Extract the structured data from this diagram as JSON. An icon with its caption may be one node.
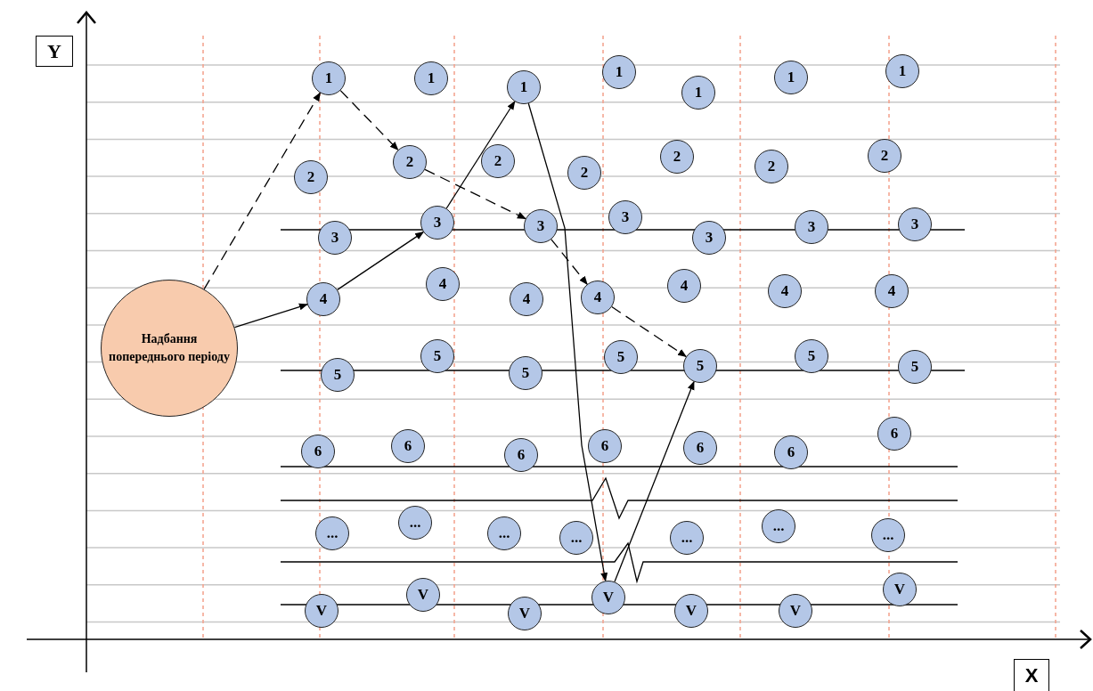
{
  "diagram": {
    "nodes": [
      {
        "text": [
          "Надбання попереднього періоду"
        ]
      },
      {
        "text": [
          "1"
        ]
      },
      {
        "text": [
          "1"
        ]
      },
      {
        "text": [
          "1"
        ]
      },
      {
        "text": [
          "1"
        ]
      },
      {
        "text": [
          "1"
        ]
      },
      {
        "text": [
          "1"
        ]
      },
      {
        "text": [
          "1"
        ]
      },
      {
        "text": [
          "2"
        ]
      },
      {
        "text": [
          "2"
        ]
      },
      {
        "text": [
          "2"
        ]
      },
      {
        "text": [
          "2"
        ]
      },
      {
        "text": [
          "2"
        ]
      },
      {
        "text": [
          "2"
        ]
      },
      {
        "text": [
          "2"
        ]
      },
      {
        "text": [
          "3"
        ]
      },
      {
        "text": [
          "3"
        ]
      },
      {
        "text": [
          "3"
        ]
      },
      {
        "text": [
          "3"
        ]
      },
      {
        "text": [
          "3"
        ]
      },
      {
        "text": [
          "3"
        ]
      },
      {
        "text": [
          "3"
        ]
      },
      {
        "text": [
          "4"
        ]
      },
      {
        "text": [
          "4"
        ]
      },
      {
        "text": [
          "4"
        ]
      },
      {
        "text": [
          "4"
        ]
      },
      {
        "text": [
          "4"
        ]
      },
      {
        "text": [
          "4"
        ]
      },
      {
        "text": [
          "4"
        ]
      },
      {
        "text": [
          "5"
        ]
      },
      {
        "text": [
          "5"
        ]
      },
      {
        "text": [
          "5"
        ]
      },
      {
        "text": [
          "5"
        ]
      },
      {
        "text": [
          "5"
        ]
      },
      {
        "text": [
          "5"
        ]
      },
      {
        "text": [
          "5"
        ]
      },
      {
        "text": [
          "6"
        ]
      },
      {
        "text": [
          "6"
        ]
      },
      {
        "text": [
          "6"
        ]
      },
      {
        "text": [
          "6"
        ]
      },
      {
        "text": [
          "6"
        ]
      },
      {
        "text": [
          "6"
        ]
      },
      {
        "text": [
          "6"
        ]
      },
      {
        "text": [
          "..."
        ]
      },
      {
        "text": [
          "..."
        ]
      },
      {
        "text": [
          "..."
        ]
      },
      {
        "text": [
          "..."
        ]
      },
      {
        "text": [
          "..."
        ]
      },
      {
        "text": [
          "..."
        ]
      },
      {
        "text": [
          "..."
        ]
      },
      {
        "text": [
          "V"
        ]
      },
      {
        "text": [
          "V"
        ]
      },
      {
        "text": [
          "V"
        ]
      },
      {
        "text": [
          "V"
        ]
      },
      {
        "text": [
          "V"
        ]
      },
      {
        "text": [
          "V"
        ]
      },
      {
        "text": [
          "V"
        ]
      }
    ],
    "edges": [
      {
        "from": 0,
        "to": 1,
        "arrow": "to",
        "style": "dashed"
      },
      {
        "from": 1,
        "to": 9,
        "arrow": "to",
        "style": "dashed"
      },
      {
        "from": 9,
        "to": 17,
        "arrow": "to",
        "style": "dashed"
      },
      {
        "from": 17,
        "to": 25,
        "arrow": "to",
        "style": "dashed"
      },
      {
        "from": 25,
        "to": 33,
        "arrow": "to",
        "style": "dashed"
      },
      {
        "from": 0,
        "to": 22,
        "arrow": "to"
      },
      {
        "from": 22,
        "to": 16,
        "arrow": "to"
      },
      {
        "from": 16,
        "to": 3,
        "arrow": "to"
      },
      {
        "from": 3,
        "to": 53,
        "arrow": "to"
      },
      {
        "from": 53,
        "to": 33,
        "arrow": "to"
      }
    ],
    "labels": [
      "Y",
      "X"
    ]
  }
}
